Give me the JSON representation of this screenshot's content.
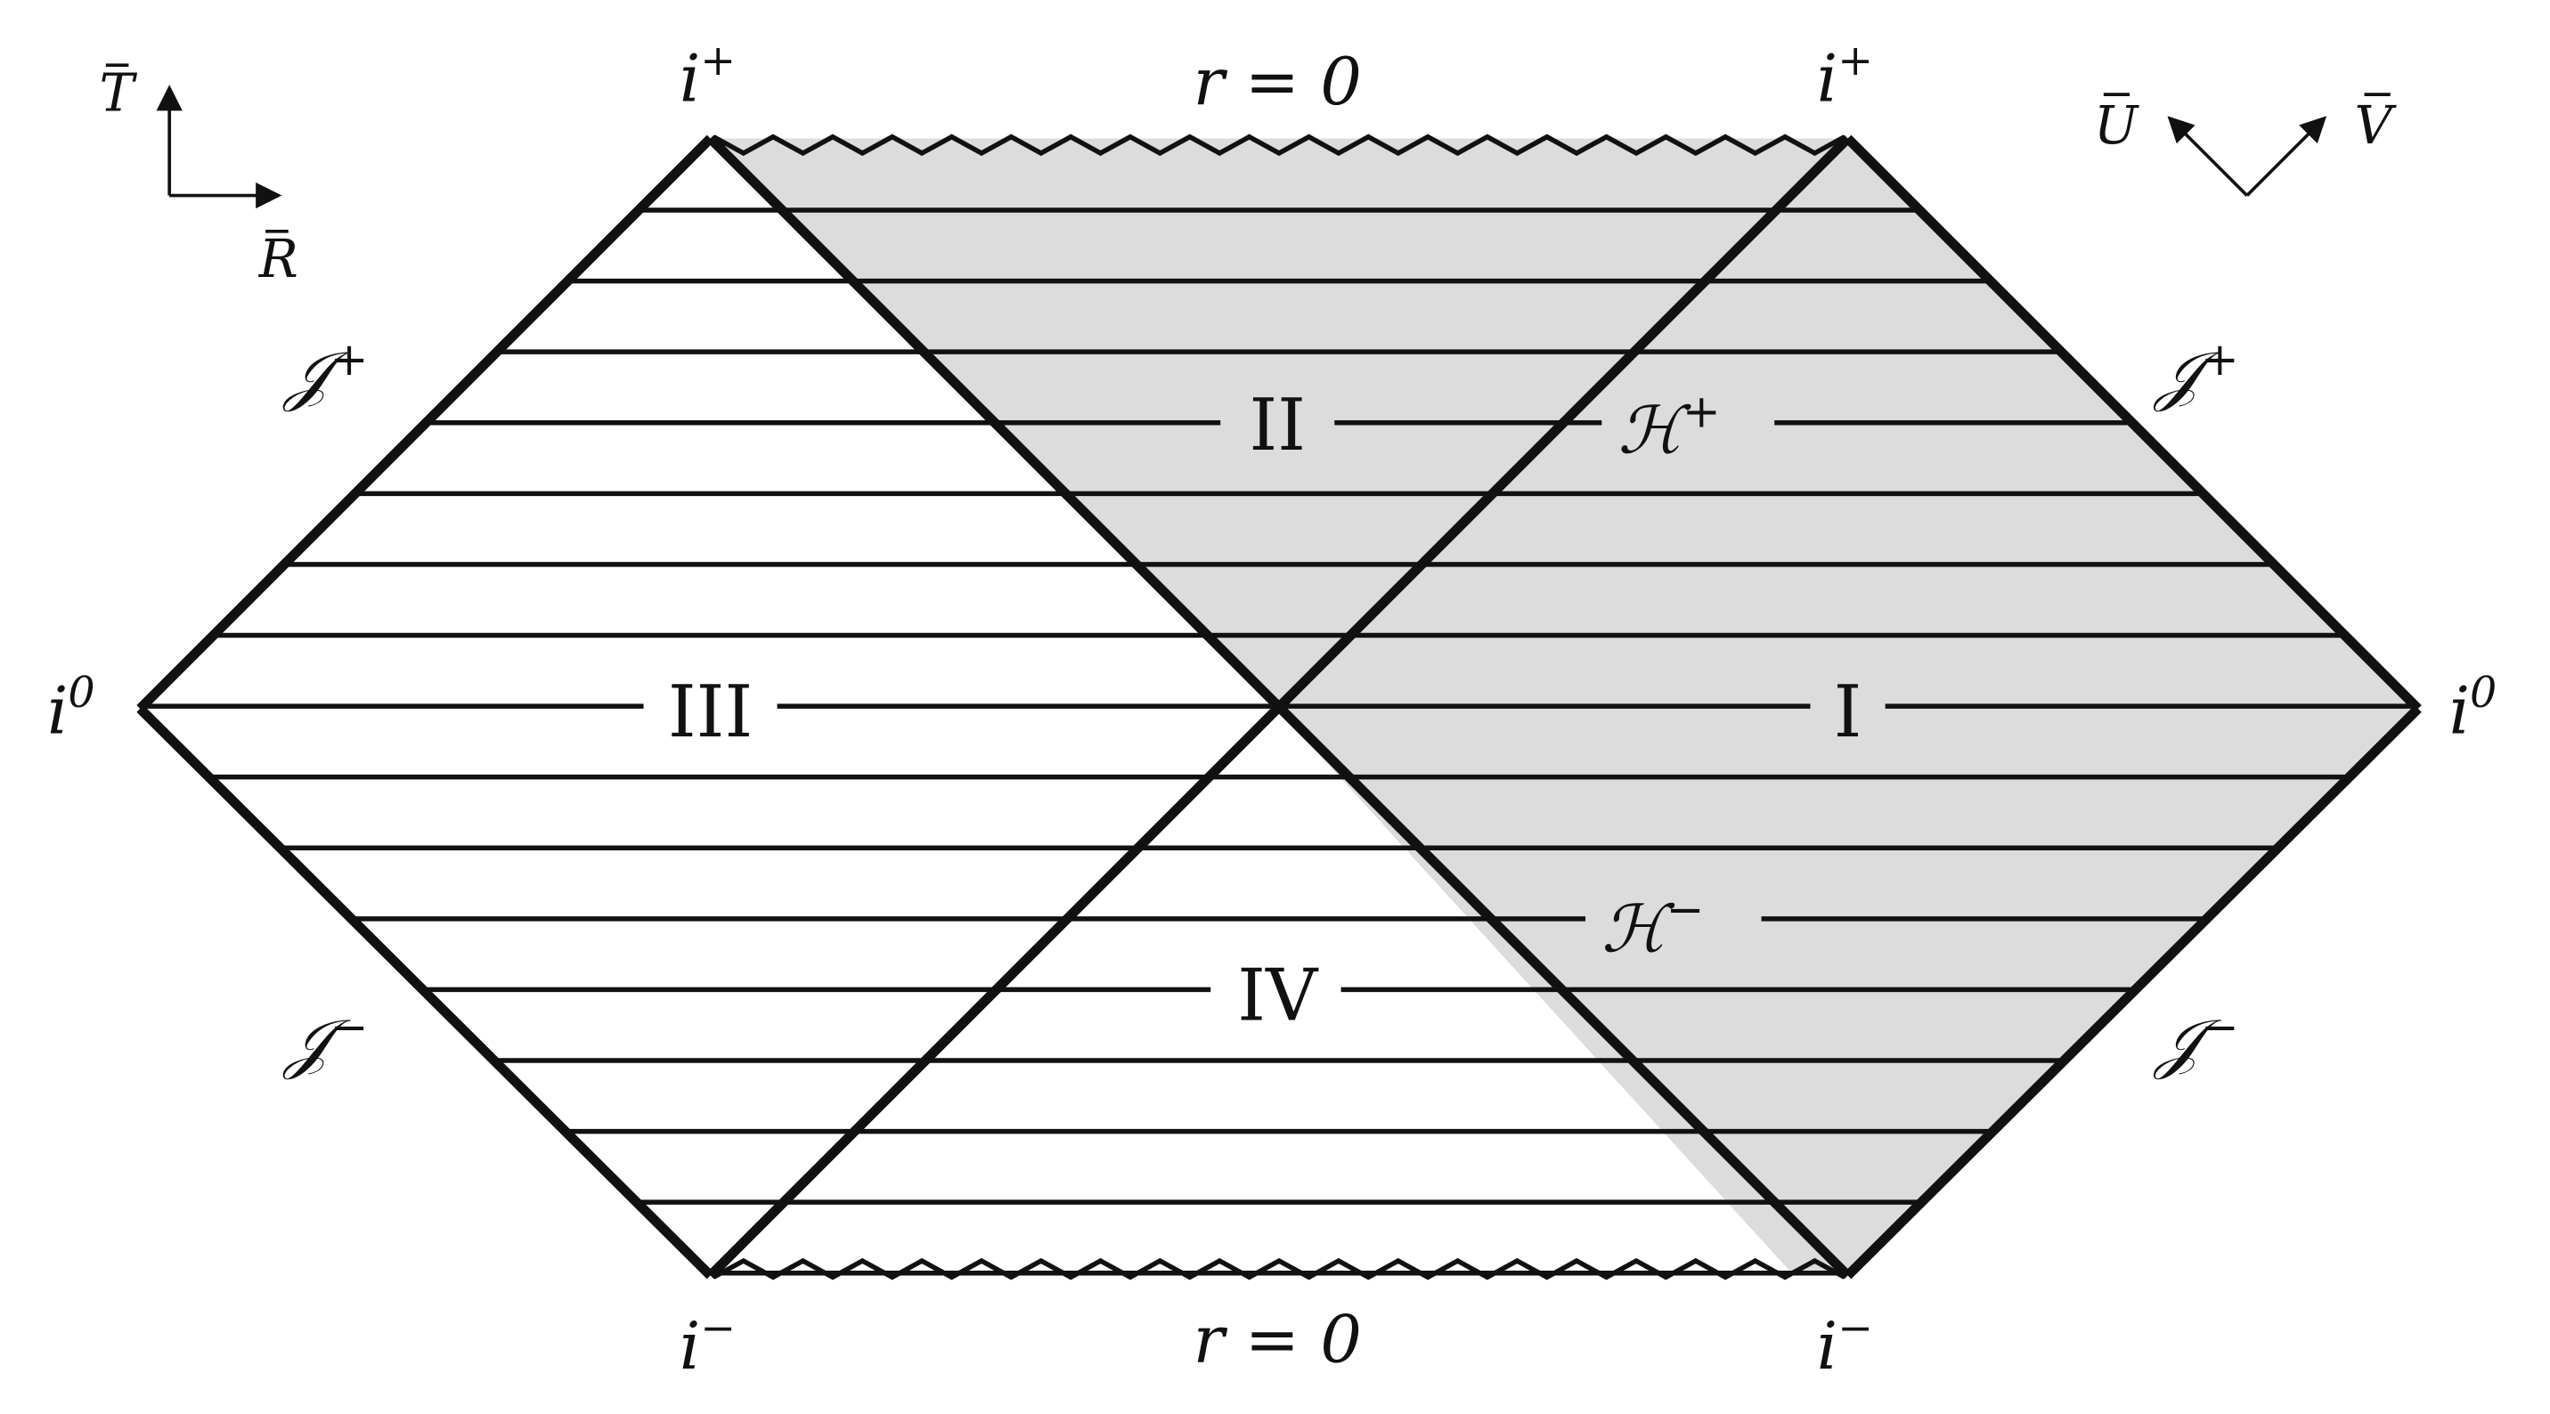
{
  "colors": {
    "ink": "#111111",
    "shaded_region": "#dcdcdc",
    "background": "#ffffff"
  },
  "regions": {
    "I": "I",
    "II": "II",
    "III": "III",
    "IV": "IV"
  },
  "singularity": {
    "top": "r = 0",
    "bottom": "r = 0"
  },
  "infinities": {
    "timelike_future": "i",
    "timelike_future_sup": "+",
    "timelike_past": "i",
    "timelike_past_sup": "−",
    "spatial": "i",
    "spatial_sup": "0",
    "null_future": "𝒥",
    "null_future_sup": "+",
    "null_past": "𝒥",
    "null_past_sup": "−"
  },
  "horizons": {
    "future": "ℋ",
    "future_sup": "+",
    "past": "ℋ",
    "past_sup": "−"
  },
  "axes": {
    "time": "T",
    "space": "R",
    "null_u": "U",
    "null_v": "V"
  }
}
